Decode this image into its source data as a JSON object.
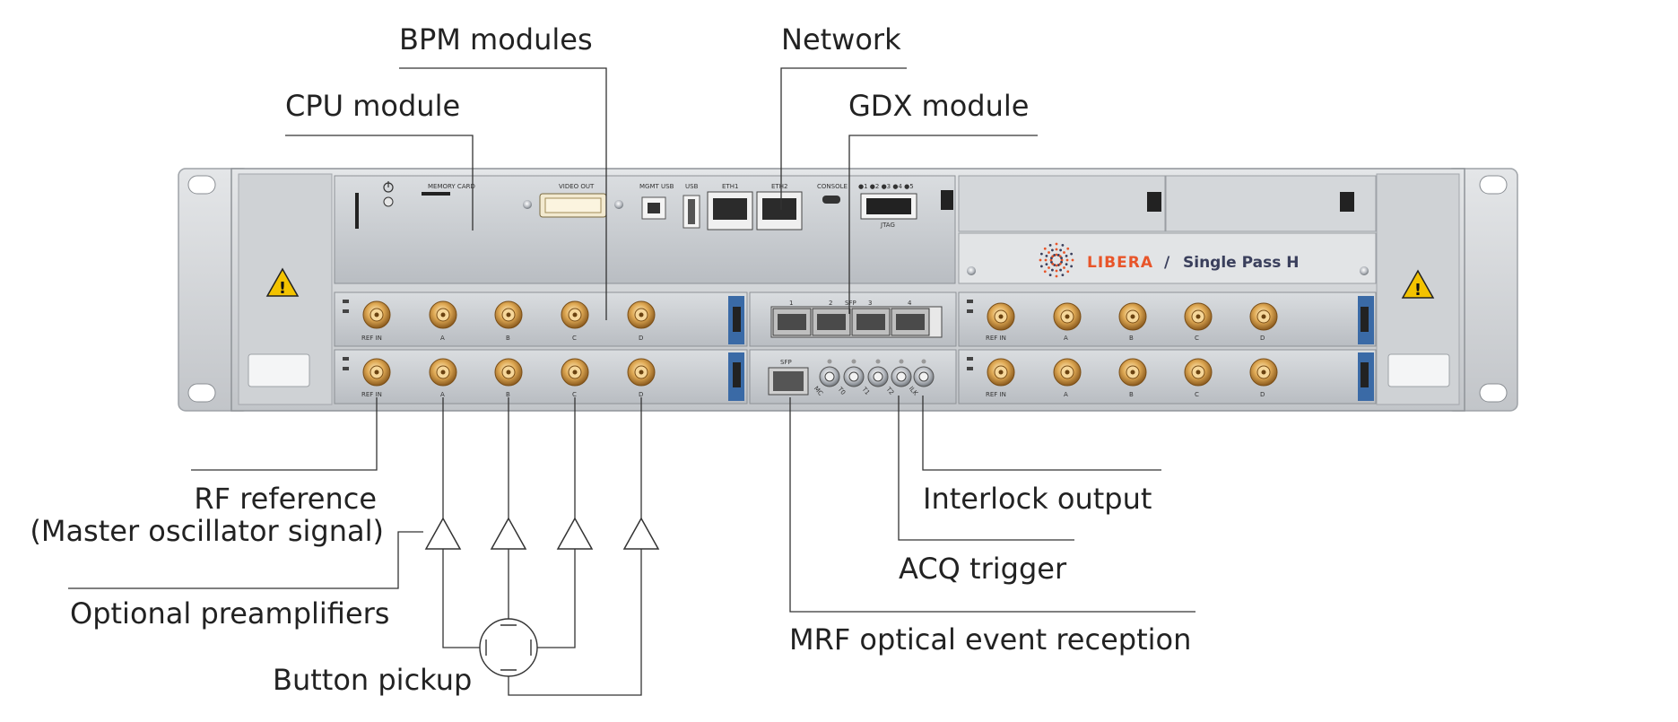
{
  "labels": {
    "bpm_modules": "BPM modules",
    "network": "Network",
    "cpu_module": "CPU module",
    "gdx_module": "GDX module",
    "rf_reference": "RF reference",
    "master_oscillator": "(Master oscillator signal)",
    "interlock_output": "Interlock output",
    "acq_trigger": "ACQ trigger",
    "optional_preamplifiers": "Optional preamplifiers",
    "mrf_optical": "MRF optical event reception",
    "button_pickup": "Button pickup"
  },
  "panel": {
    "memory_card": "MEMORY CARD",
    "video_out": "VIDEO OUT",
    "mgmt_usb": "MGMT USB",
    "usb": "USB",
    "eth1": "ETH1",
    "eth2": "ETH2",
    "console": "CONSOLE",
    "jtag": "JTAG",
    "jtag_pins": "●1 ●2 ●3 ●4 ●5",
    "sfp": "SFP",
    "sfp_slots": [
      "1",
      "2",
      "3",
      "4"
    ],
    "ref_in": "REF IN",
    "channels": [
      "A",
      "B",
      "C",
      "D"
    ],
    "timing_ports": [
      "MC",
      "T0",
      "T1",
      "T2",
      "ILK"
    ],
    "brand": "LIBERA",
    "slash": "/",
    "product": "Single Pass H"
  },
  "colors": {
    "brand_orange": "#e8552a",
    "product_navy": "#3a3f5c",
    "chassis": "#c9ccd0",
    "connector_gold": "#d8a050",
    "warning_yellow": "#f3c300"
  }
}
